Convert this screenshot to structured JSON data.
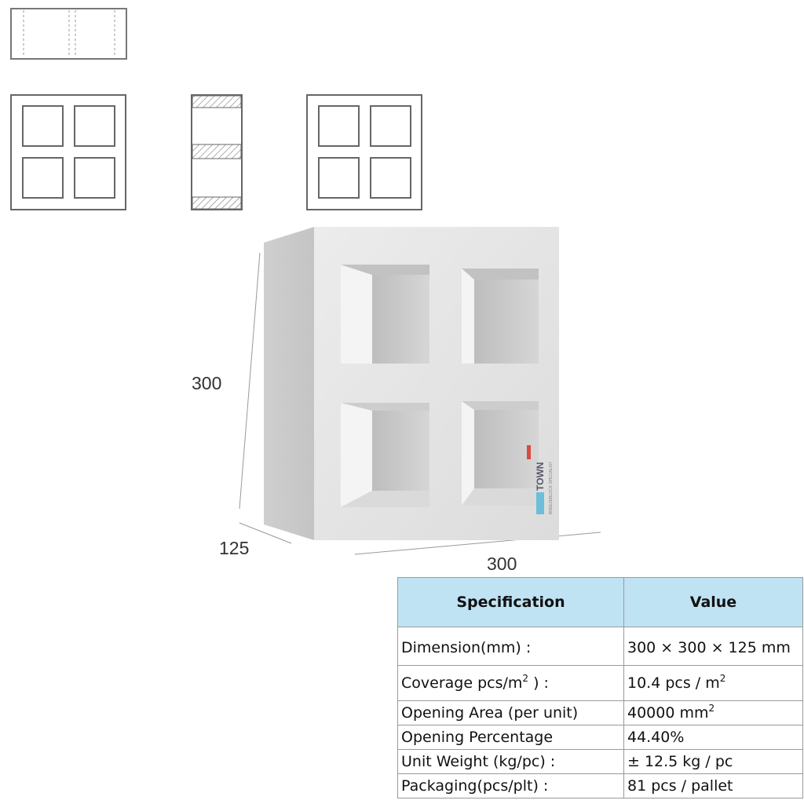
{
  "dimensions": {
    "height": "300",
    "depth": "125",
    "width": "300"
  },
  "watermark": {
    "brand": "TOWN",
    "tagline": "BREEZEBLOCK SPECIALIST"
  },
  "table": {
    "headers": [
      "Specification",
      "Value"
    ],
    "rows": [
      {
        "label": "Dimension(mm) :",
        "value": "300 × 300 × 125 mm"
      },
      {
        "label": "Coverage pcs/m",
        "label_sup": "2",
        "label_after": " ) :",
        "value": "10.4 pcs / m",
        "value_sup": "2"
      },
      {
        "label": "Opening Area (per unit)",
        "value": "40000 mm",
        "value_sup": "2"
      },
      {
        "label": "Opening Percentage",
        "value": "44.40%"
      },
      {
        "label": "Unit Weight (kg/pc) :",
        "value": "± 12.5 kg / pc"
      },
      {
        "label": "Packaging(pcs/plt) :",
        "value": "81 pcs / pallet"
      }
    ]
  },
  "colors": {
    "header_bg": "#bfe3f3",
    "block_face": "#e3e3e3",
    "line_drawing": "#555555"
  }
}
